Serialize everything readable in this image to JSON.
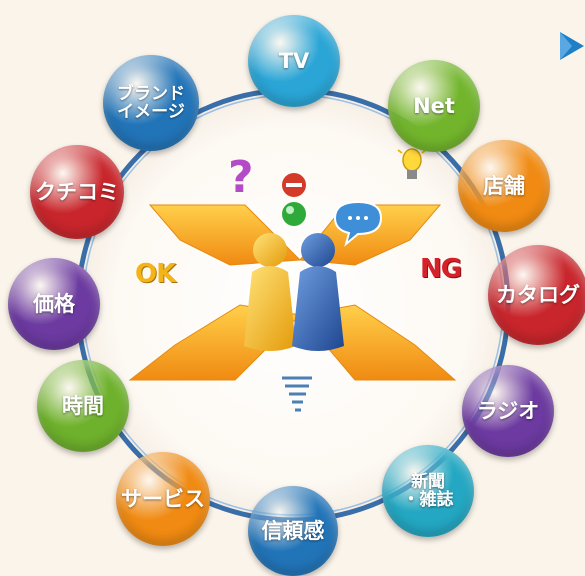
{
  "center": {
    "ok_label": "OK",
    "ng_label": "NG"
  },
  "bubbles": [
    {
      "label": "TV",
      "color": "#2aa5d6"
    },
    {
      "label": "Net",
      "color": "#72b52c"
    },
    {
      "label": "店舗",
      "color": "#f08a12"
    },
    {
      "label": "カタログ",
      "color": "#c8262c"
    },
    {
      "label": "ラジオ",
      "color": "#6c3aa0"
    },
    {
      "label": "新聞\n・雑誌",
      "color": "#23a7c2"
    },
    {
      "label": "信頼感",
      "color": "#2274b8"
    },
    {
      "label": "サービス",
      "color": "#f08a12"
    },
    {
      "label": "時間",
      "color": "#6eb12c"
    },
    {
      "label": "価格",
      "color": "#6c3aa0"
    },
    {
      "label": "クチコミ",
      "color": "#c8262c"
    },
    {
      "label": "ブランド\nイメージ",
      "color": "#2274b8"
    }
  ],
  "colors": {
    "ring": "#3a6ea8",
    "arrows": "#f4a016",
    "figure_yellow": "#f2b417",
    "figure_blue": "#2f5fae",
    "ok_color": "#f2b417",
    "ng_color": "#d6202a",
    "play_arrow": "#1e7fc7"
  },
  "icons": [
    "question-mark-icon",
    "minus-signal-icon",
    "green-signal-icon",
    "speech-bubble-icon",
    "light-bulb-icon",
    "tornado-icon",
    "play-arrow-icon"
  ]
}
